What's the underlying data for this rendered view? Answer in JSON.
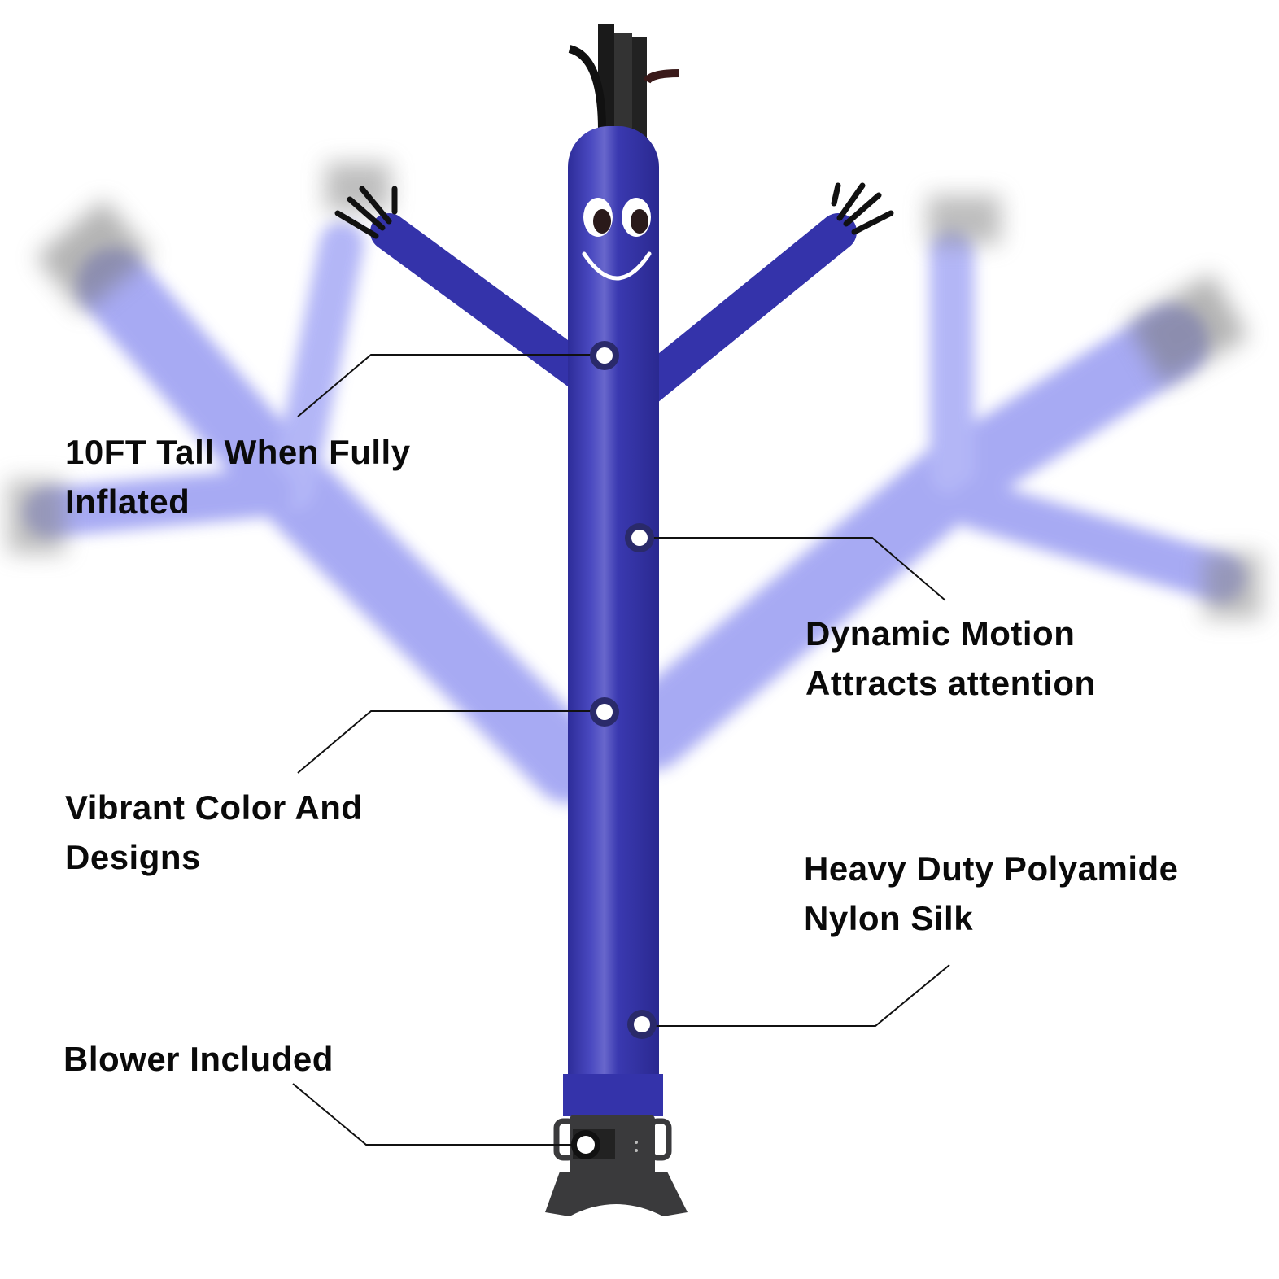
{
  "product": {
    "name": "Inflatable Air Dancer",
    "color": "#3433aa",
    "ghost_color": "#8a8ef0",
    "base_color": "#3a3a3c"
  },
  "callouts": [
    {
      "id": "height",
      "lines": [
        "10FT Tall When Fully",
        "Inflated"
      ]
    },
    {
      "id": "motion",
      "lines": [
        "Dynamic Motion",
        "Attracts attention"
      ]
    },
    {
      "id": "color",
      "lines": [
        "Vibrant Color And",
        "Designs"
      ]
    },
    {
      "id": "material",
      "lines": [
        "Heavy Duty Polyamide",
        "Nylon Silk"
      ]
    },
    {
      "id": "blower",
      "lines": [
        "Blower Included"
      ]
    }
  ]
}
